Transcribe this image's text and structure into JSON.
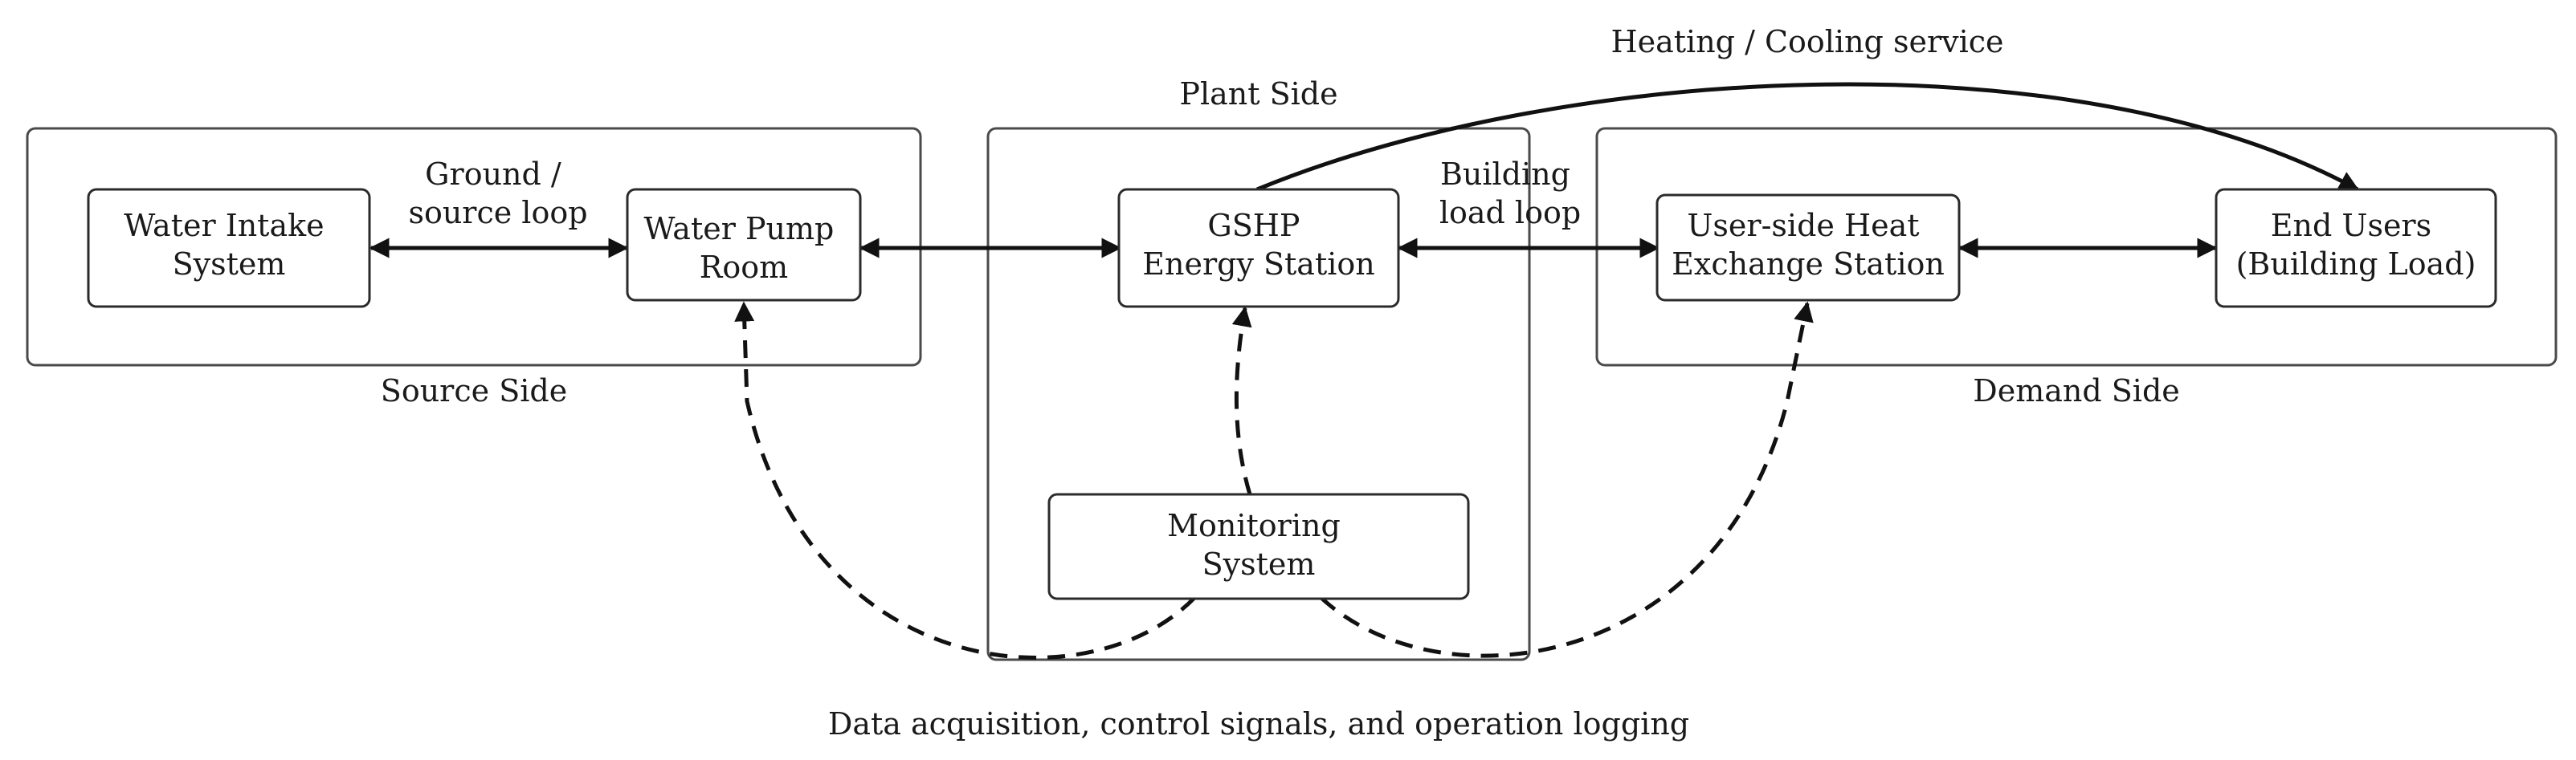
{
  "groups": {
    "source": "Source Side",
    "plant": "Plant Side",
    "demand": "Demand Side"
  },
  "nodes": {
    "water_intake": [
      "Water Intake",
      "System"
    ],
    "water_pump": [
      "Water Pump",
      "Room"
    ],
    "gshp": [
      "GSHP",
      "Energy Station"
    ],
    "monitoring": [
      "Monitoring",
      "System"
    ],
    "user_hx": [
      "User-side Heat",
      "Exchange Station"
    ],
    "end_users": [
      "End Users",
      "(Building Load)"
    ]
  },
  "edges": {
    "ground_loop": [
      "Ground /",
      "source loop"
    ],
    "building_loop": [
      "Building",
      "load loop"
    ],
    "service": "Heating / Cooling service",
    "data": "Data acquisition, control signals, and operation logging"
  }
}
